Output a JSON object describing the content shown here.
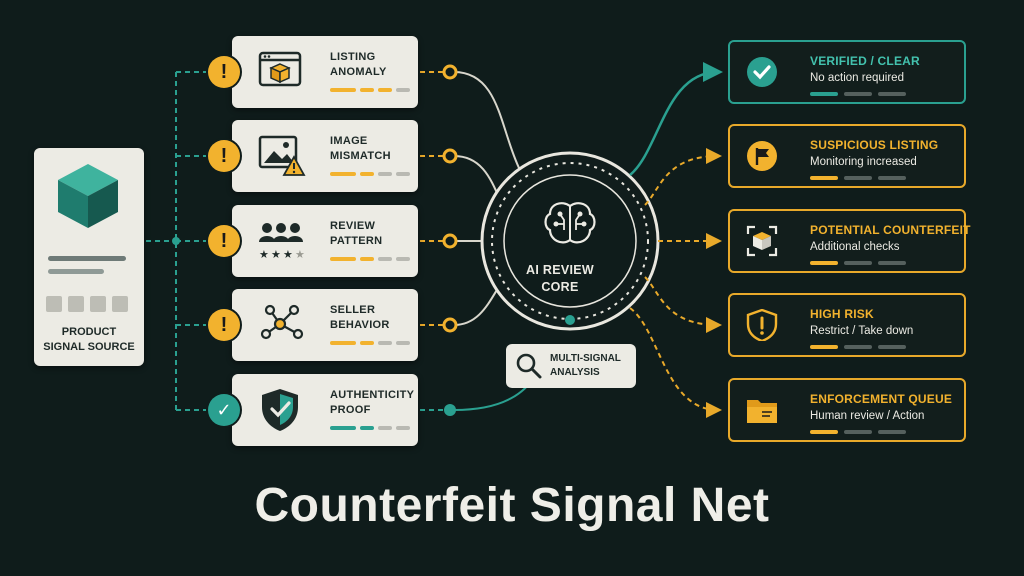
{
  "title": "Counterfeit Signal Net",
  "source": {
    "label": "PRODUCT\nSIGNAL SOURCE",
    "icon": "cube-icon"
  },
  "signals": [
    {
      "label": "LISTING\nANOMALY",
      "icon": "browser-box-icon",
      "status": "alert",
      "status_glyph": "!",
      "level": 0.75
    },
    {
      "label": "IMAGE\nMISMATCH",
      "icon": "image-warning-icon",
      "status": "alert",
      "status_glyph": "!",
      "level": 0.5
    },
    {
      "label": "REVIEW\nPATTERN",
      "icon": "people-stars-icon",
      "status": "alert",
      "status_glyph": "!",
      "level": 0.5
    },
    {
      "label": "SELLER\nBEHAVIOR",
      "icon": "network-icon",
      "status": "alert",
      "status_glyph": "!",
      "level": 0.5
    },
    {
      "label": "AUTHENTICITY\nPROOF",
      "icon": "shield-check-icon",
      "status": "ok",
      "status_glyph": "✓",
      "level": 0.5
    }
  ],
  "core": {
    "label": "AI REVIEW\nCORE",
    "icon": "brain-circuit-icon"
  },
  "analysis": {
    "label": "MULTI-SIGNAL\nANALYSIS",
    "icon": "magnifier-icon"
  },
  "outcomes": [
    {
      "title": "VERIFIED / CLEAR",
      "subtitle": "No action required",
      "icon": "check-circle-icon",
      "status": "ok"
    },
    {
      "title": "SUSPICIOUS LISTING",
      "subtitle": "Monitoring increased",
      "icon": "flag-icon",
      "status": "warn"
    },
    {
      "title": "POTENTIAL COUNTERFEIT",
      "subtitle": "Additional checks",
      "icon": "box-scan-icon",
      "status": "warn"
    },
    {
      "title": "HIGH RISK",
      "subtitle": "Restrict / Take down",
      "icon": "shield-alert-icon",
      "status": "warn"
    },
    {
      "title": "ENFORCEMENT QUEUE",
      "subtitle": "Human review / Action",
      "icon": "folder-icon",
      "status": "warn"
    }
  ],
  "colors": {
    "background": "#0f1c1b",
    "accent_amber": "#f2b22e",
    "accent_teal": "#2aa090",
    "card": "#ecebe4"
  }
}
